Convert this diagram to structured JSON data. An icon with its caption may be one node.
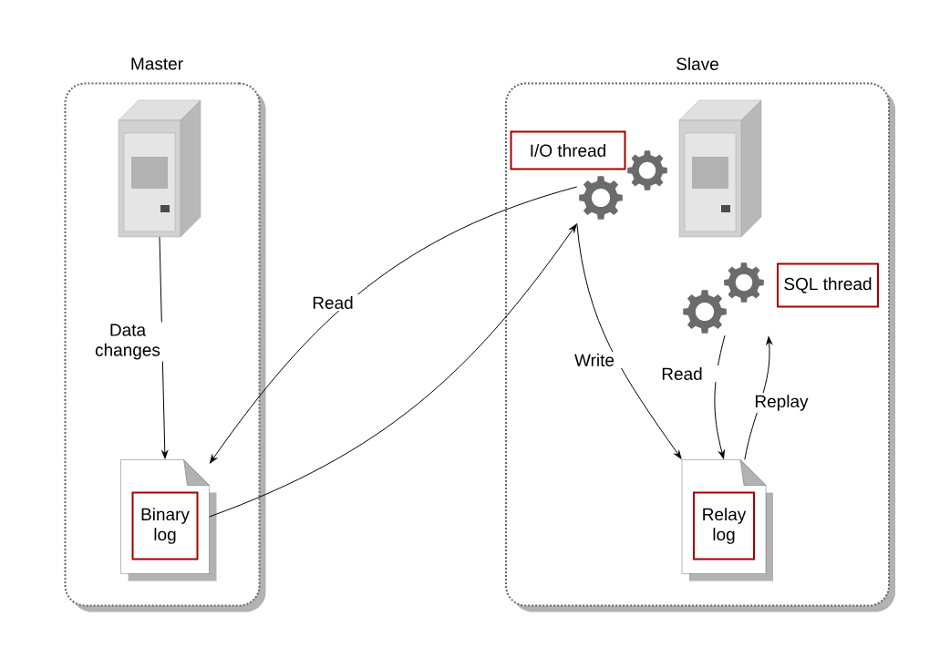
{
  "diagram": {
    "nodes": [
      {
        "text": [
          "Master"
        ]
      },
      {
        "text": [],
        "shape": "picture",
        "in": 0
      },
      {
        "text": [
          "Binary log"
        ],
        "in": 0
      },
      {
        "text": [
          "Slave"
        ]
      },
      {
        "text": [
          "I/O thread"
        ],
        "in": 3
      },
      {
        "text": [],
        "shape": "picture",
        "in": 3
      },
      {
        "text": [],
        "shape": "picture",
        "in": 3
      },
      {
        "text": [],
        "shape": "picture",
        "in": 3
      },
      {
        "text": [
          "SQL thread"
        ],
        "in": 3
      },
      {
        "text": [
          "Relay log"
        ],
        "in": 3
      }
    ],
    "edges": [
      {
        "from": 1,
        "to": 2,
        "arrow": "to",
        "label": "Data changes"
      },
      {
        "from": 5,
        "to": 2,
        "arrow": "to",
        "label": "Read"
      },
      {
        "from": 2,
        "to": 5,
        "arrow": "to"
      },
      {
        "from": 5,
        "to": 9,
        "arrow": "to",
        "label": "Write"
      },
      {
        "from": 7,
        "to": 9,
        "arrow": "to",
        "label": "Read"
      },
      {
        "from": 9,
        "to": 7,
        "arrow": "to",
        "label": "Replay"
      }
    ]
  }
}
